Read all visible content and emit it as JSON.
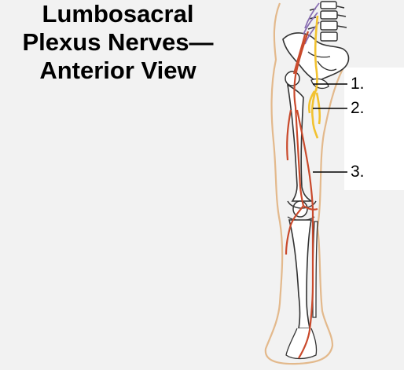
{
  "title": {
    "line1": "Lumbosacral",
    "line2": "Plexus Nerves—",
    "line3": "Anterior View"
  },
  "callouts": [
    {
      "label": "1."
    },
    {
      "label": "2."
    },
    {
      "label": "3."
    }
  ],
  "colors": {
    "background": "#f2f2f2",
    "skin_outline": "#e3b98c",
    "bone_outline": "#333333",
    "bone_fill": "#ffffff",
    "nerve_red": "#c94a2c",
    "nerve_yellow": "#f2c230",
    "nerve_purple": "#8a6fb3",
    "leader_line": "#000000"
  }
}
